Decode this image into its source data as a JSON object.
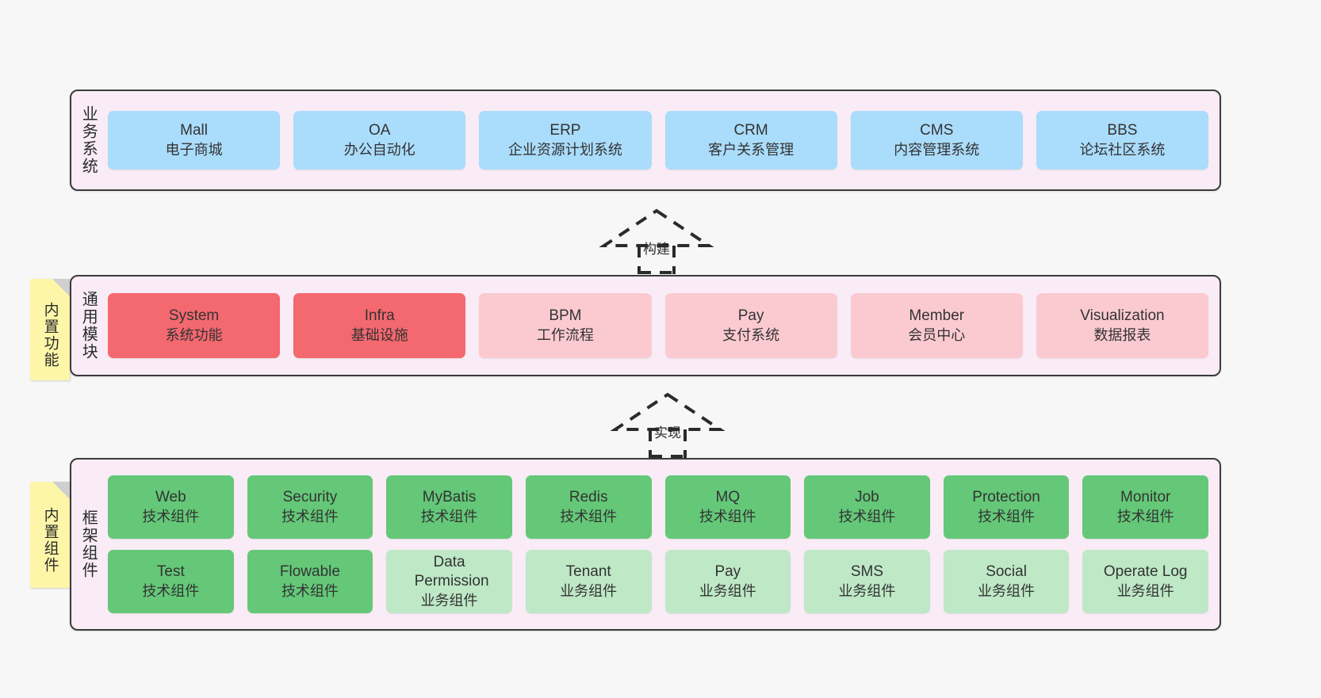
{
  "background_color": "#f7f7f7",
  "panel_color": "#f9ecf6",
  "panel_border_color": "#3b3b3b",
  "colors": {
    "business": "#aadcfb",
    "module_core": "#f4686f",
    "module_optional": "#fbcad1",
    "framework_tech": "#64c878",
    "framework_biz": "#bee8c6",
    "note": "#fdf6a8",
    "note_fold": "#cfcfcf"
  },
  "sections": [
    {
      "id": "business-system",
      "label": "业务系统",
      "note": null,
      "rows": [
        {
          "style": "blue",
          "cards": [
            {
              "en": "Mall",
              "cn": "电子商城"
            },
            {
              "en": "OA",
              "cn": "办公自动化"
            },
            {
              "en": "ERP",
              "cn": "企业资源计划系统"
            },
            {
              "en": "CRM",
              "cn": "客户关系管理"
            },
            {
              "en": "CMS",
              "cn": "内容管理系统"
            },
            {
              "en": "BBS",
              "cn": "论坛社区系统"
            }
          ]
        }
      ]
    },
    {
      "id": "common-module",
      "label": "通用模块",
      "note": "内置功能",
      "rows": [
        {
          "style": "mixed-red",
          "cards": [
            {
              "en": "System",
              "cn": "系统功能",
              "tone": "core"
            },
            {
              "en": "Infra",
              "cn": "基础设施",
              "tone": "core"
            },
            {
              "en": "BPM",
              "cn": "工作流程",
              "tone": "optional"
            },
            {
              "en": "Pay",
              "cn": "支付系统",
              "tone": "optional"
            },
            {
              "en": "Member",
              "cn": "会员中心",
              "tone": "optional"
            },
            {
              "en": "Visualization",
              "cn": "数据报表",
              "tone": "optional"
            }
          ]
        }
      ]
    },
    {
      "id": "framework-component",
      "label": "框架组件",
      "note": "内置组件",
      "rows": [
        {
          "style": "green",
          "cards": [
            {
              "en": "Web",
              "cn": "技术组件",
              "tone": "tech"
            },
            {
              "en": "Security",
              "cn": "技术组件",
              "tone": "tech"
            },
            {
              "en": "MyBatis",
              "cn": "技术组件",
              "tone": "tech"
            },
            {
              "en": "Redis",
              "cn": "技术组件",
              "tone": "tech"
            },
            {
              "en": "MQ",
              "cn": "技术组件",
              "tone": "tech"
            },
            {
              "en": "Job",
              "cn": "技术组件",
              "tone": "tech"
            },
            {
              "en": "Protection",
              "cn": "技术组件",
              "tone": "tech"
            },
            {
              "en": "Monitor",
              "cn": "技术组件",
              "tone": "tech"
            }
          ]
        },
        {
          "style": "green",
          "cards": [
            {
              "en": "Test",
              "cn": "技术组件",
              "tone": "tech"
            },
            {
              "en": "Flowable",
              "cn": "技术组件",
              "tone": "tech"
            },
            {
              "en": "Data Permission",
              "cn": "业务组件",
              "tone": "biz"
            },
            {
              "en": "Tenant",
              "cn": "业务组件",
              "tone": "biz"
            },
            {
              "en": "Pay",
              "cn": "业务组件",
              "tone": "biz"
            },
            {
              "en": "SMS",
              "cn": "业务组件",
              "tone": "biz"
            },
            {
              "en": "Social",
              "cn": "业务组件",
              "tone": "biz"
            },
            {
              "en": "Operate Log",
              "cn": "业务组件",
              "tone": "biz"
            }
          ]
        }
      ]
    }
  ],
  "connectors": [
    {
      "id": "build",
      "label": "构建",
      "style": "dashed-hollow-triangle-up"
    },
    {
      "id": "realize",
      "label": "实现",
      "style": "dashed-hollow-triangle-up"
    }
  ]
}
